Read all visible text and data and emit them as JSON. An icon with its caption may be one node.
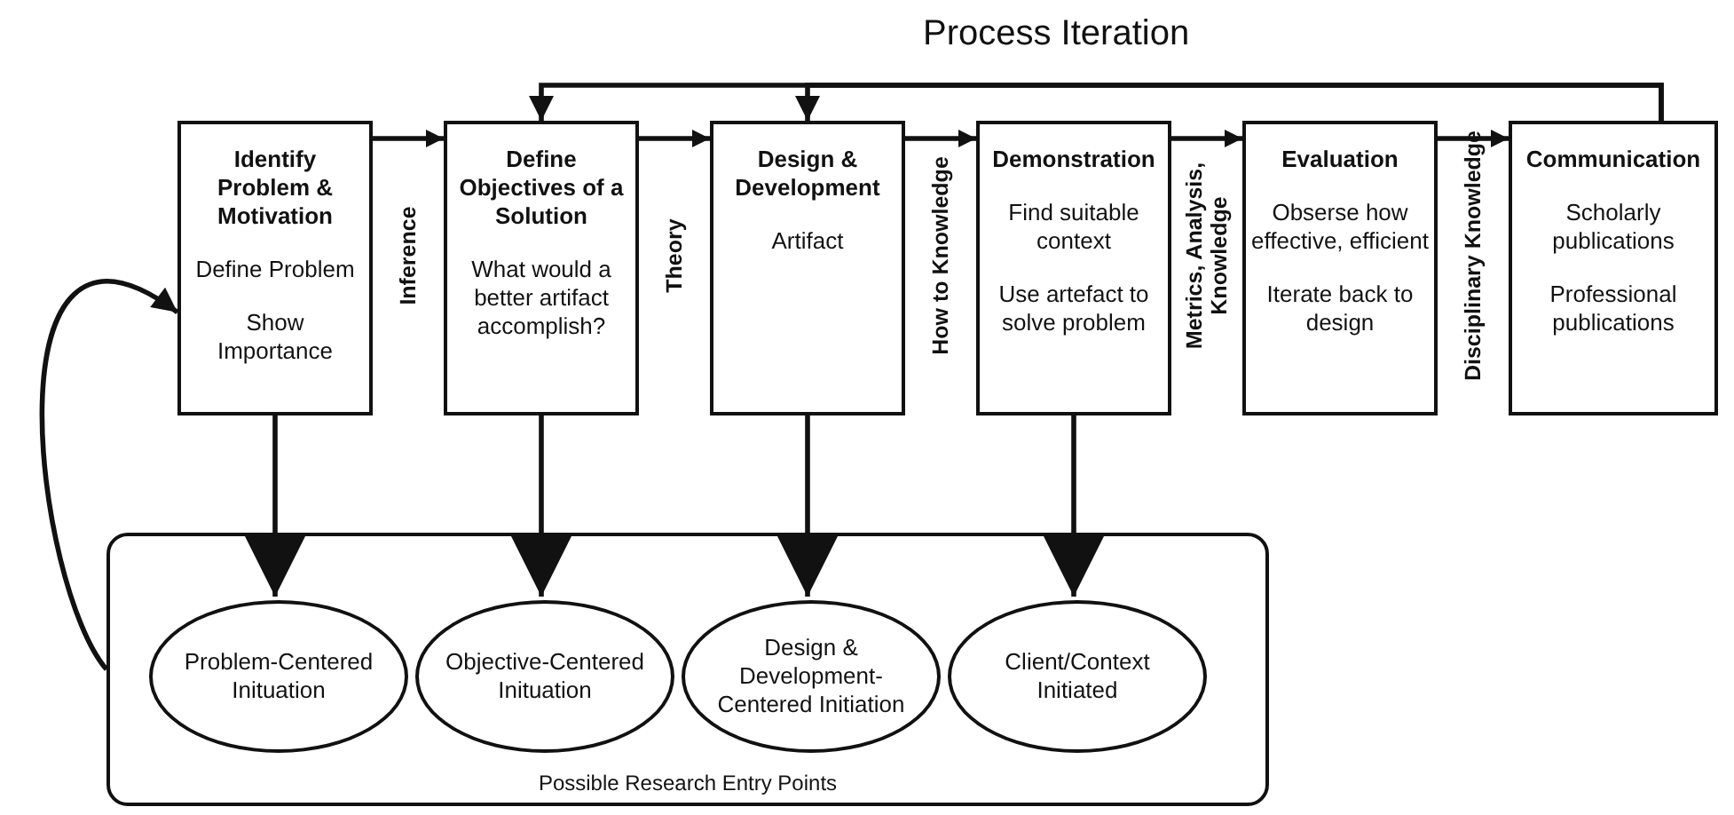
{
  "diagram": {
    "title": "Process Iteration",
    "nodes": [
      {
        "text": [
          "Identify Problem & Motivation",
          "Define Problem",
          "Show Importance"
        ]
      },
      {
        "text": [
          "Define Objectives of a Solution",
          "What would a better artifact accomplish?"
        ]
      },
      {
        "text": [
          "Design & Development",
          "Artifact"
        ]
      },
      {
        "text": [
          "Demonstration",
          "Find suitable context",
          "Use artefact to solve problem"
        ]
      },
      {
        "text": [
          "Evaluation",
          "Obserse how effective, efficient",
          "Iterate back to design"
        ]
      },
      {
        "text": [
          "Communication",
          "Scholarly publications",
          "Professional publications"
        ]
      },
      {
        "text": [
          "Possible Research Entry Points"
        ]
      },
      {
        "text": [
          "Problem-Centered Inituation"
        ],
        "in": 6
      },
      {
        "text": [
          "Objective-Centered Inituation"
        ],
        "in": 6
      },
      {
        "text": [
          "Design & Development-Centered Initiation"
        ],
        "in": 6
      },
      {
        "text": [
          "Client/Context Initiated"
        ],
        "in": 6
      }
    ],
    "edges": [
      {
        "from": 0,
        "to": 1,
        "arrow": "to",
        "label": "Inference"
      },
      {
        "from": 1,
        "to": 2,
        "arrow": "to",
        "label": "Theory"
      },
      {
        "from": 2,
        "to": 3,
        "arrow": "to",
        "label": "How to Knowledge"
      },
      {
        "from": 3,
        "to": 4,
        "arrow": "to",
        "label": "Metrics, Analysis, Knowledge"
      },
      {
        "from": 4,
        "to": 5,
        "arrow": "to",
        "label": "Disciplinary Knowledge"
      },
      {
        "from": 5,
        "to": 1,
        "arrow": "to"
      },
      {
        "from": 5,
        "to": 2,
        "arrow": "to"
      },
      {
        "from": 0,
        "to": 7,
        "arrow": "to"
      },
      {
        "from": 1,
        "to": 8,
        "arrow": "to"
      },
      {
        "from": 2,
        "to": 9,
        "arrow": "to"
      },
      {
        "from": 3,
        "to": 10,
        "arrow": "to"
      },
      {
        "from": 6,
        "to": 0,
        "arrow": "to"
      }
    ]
  }
}
